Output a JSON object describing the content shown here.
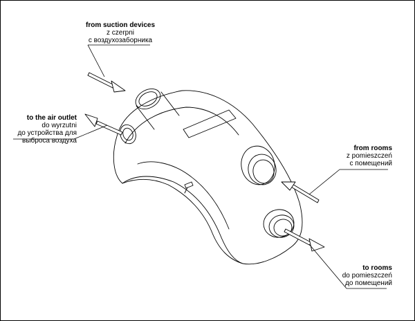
{
  "labels": {
    "suction": {
      "title": "from suction devices",
      "line1": "z czerpni",
      "line2": "с воздухозаборника"
    },
    "outlet": {
      "title": "to the air outlet",
      "line1": "do wyrzutni",
      "line2": "до устройства для",
      "line3": "выброса воздуха"
    },
    "from_rooms": {
      "title": "from rooms",
      "line1": "z pomieszczeń",
      "line2": "с помещений"
    },
    "to_rooms": {
      "title": "to rooms",
      "line1": "do pomieszczeń",
      "line2": "до помещений"
    }
  },
  "colors": {
    "line": "#000000",
    "background": "#ffffff",
    "shade": "#d9d9d9"
  }
}
